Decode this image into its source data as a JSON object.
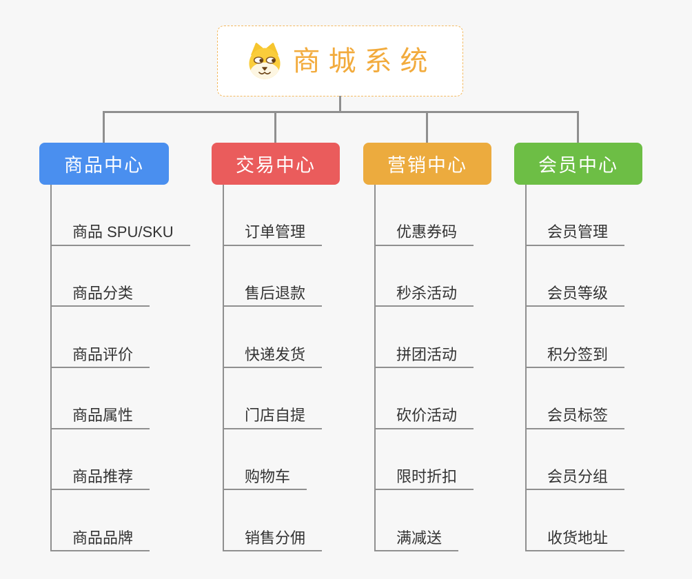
{
  "page": {
    "background_color": "#f7f7f7",
    "connector_color": "#8f8f8f",
    "item_text_color": "#333333"
  },
  "root": {
    "title": "商城系统",
    "icon": "dog-face-icon",
    "title_color": "#f2ab3d",
    "border_color": "#f3b95f"
  },
  "branches": [
    {
      "label": "商品中心",
      "color": "#4a8fef",
      "items": [
        "商品 SPU/SKU",
        "商品分类",
        "商品评价",
        "商品属性",
        "商品推荐",
        "商品品牌"
      ]
    },
    {
      "label": "交易中心",
      "color": "#ea5c5c",
      "items": [
        "订单管理",
        "售后退款",
        "快递发货",
        "门店自提",
        "购物车",
        "销售分佣"
      ]
    },
    {
      "label": "营销中心",
      "color": "#ecab3e",
      "items": [
        "优惠券码",
        "秒杀活动",
        "拼团活动",
        "砍价活动",
        "限时折扣",
        "满减送"
      ]
    },
    {
      "label": "会员中心",
      "color": "#6dbe45",
      "items": [
        "会员管理",
        "会员等级",
        "积分签到",
        "会员标签",
        "会员分组",
        "收货地址"
      ]
    }
  ]
}
